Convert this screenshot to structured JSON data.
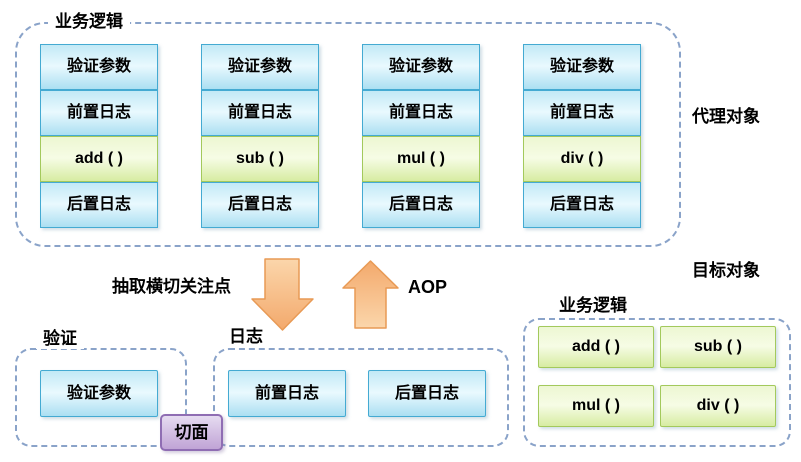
{
  "proxy": {
    "container_label": "业务逻辑",
    "side_label": "代理对象",
    "columns": [
      {
        "rows": [
          "验证参数",
          "前置日志",
          "add ( )",
          "后置日志"
        ]
      },
      {
        "rows": [
          "验证参数",
          "前置日志",
          "sub ( )",
          "后置日志"
        ]
      },
      {
        "rows": [
          "验证参数",
          "前置日志",
          "mul ( )",
          "后置日志"
        ]
      },
      {
        "rows": [
          "验证参数",
          "前置日志",
          "div ( )",
          "后置日志"
        ]
      }
    ]
  },
  "middle": {
    "extract_label": "抽取横切关注点",
    "aop_label": "AOP"
  },
  "aspects": {
    "validation": {
      "label": "验证",
      "boxes": [
        "验证参数"
      ]
    },
    "log": {
      "label": "日志",
      "boxes": [
        "前置日志",
        "后置日志"
      ]
    },
    "badge": "切面"
  },
  "target": {
    "side_label": "目标对象",
    "container_label": "业务逻辑",
    "methods": [
      "add ( )",
      "sub ( )",
      "mul ( )",
      "div ( )"
    ]
  },
  "colors": {
    "blue_box_border": "#44aad2",
    "blue_box_fill_top": "#c2e9f6",
    "blue_box_fill_bottom": "#abdff2",
    "green_box_border": "#a3c95c",
    "green_box_fill_top": "#edf7d2",
    "green_box_fill_bottom": "#d7eca2",
    "purple_badge_border": "#8f6db3",
    "purple_badge_fill": "#c0a4d6",
    "orange_arrow_fill": "#f6bb82",
    "orange_arrow_border": "#e89a55",
    "dashed_border": "#8aa3c9"
  }
}
